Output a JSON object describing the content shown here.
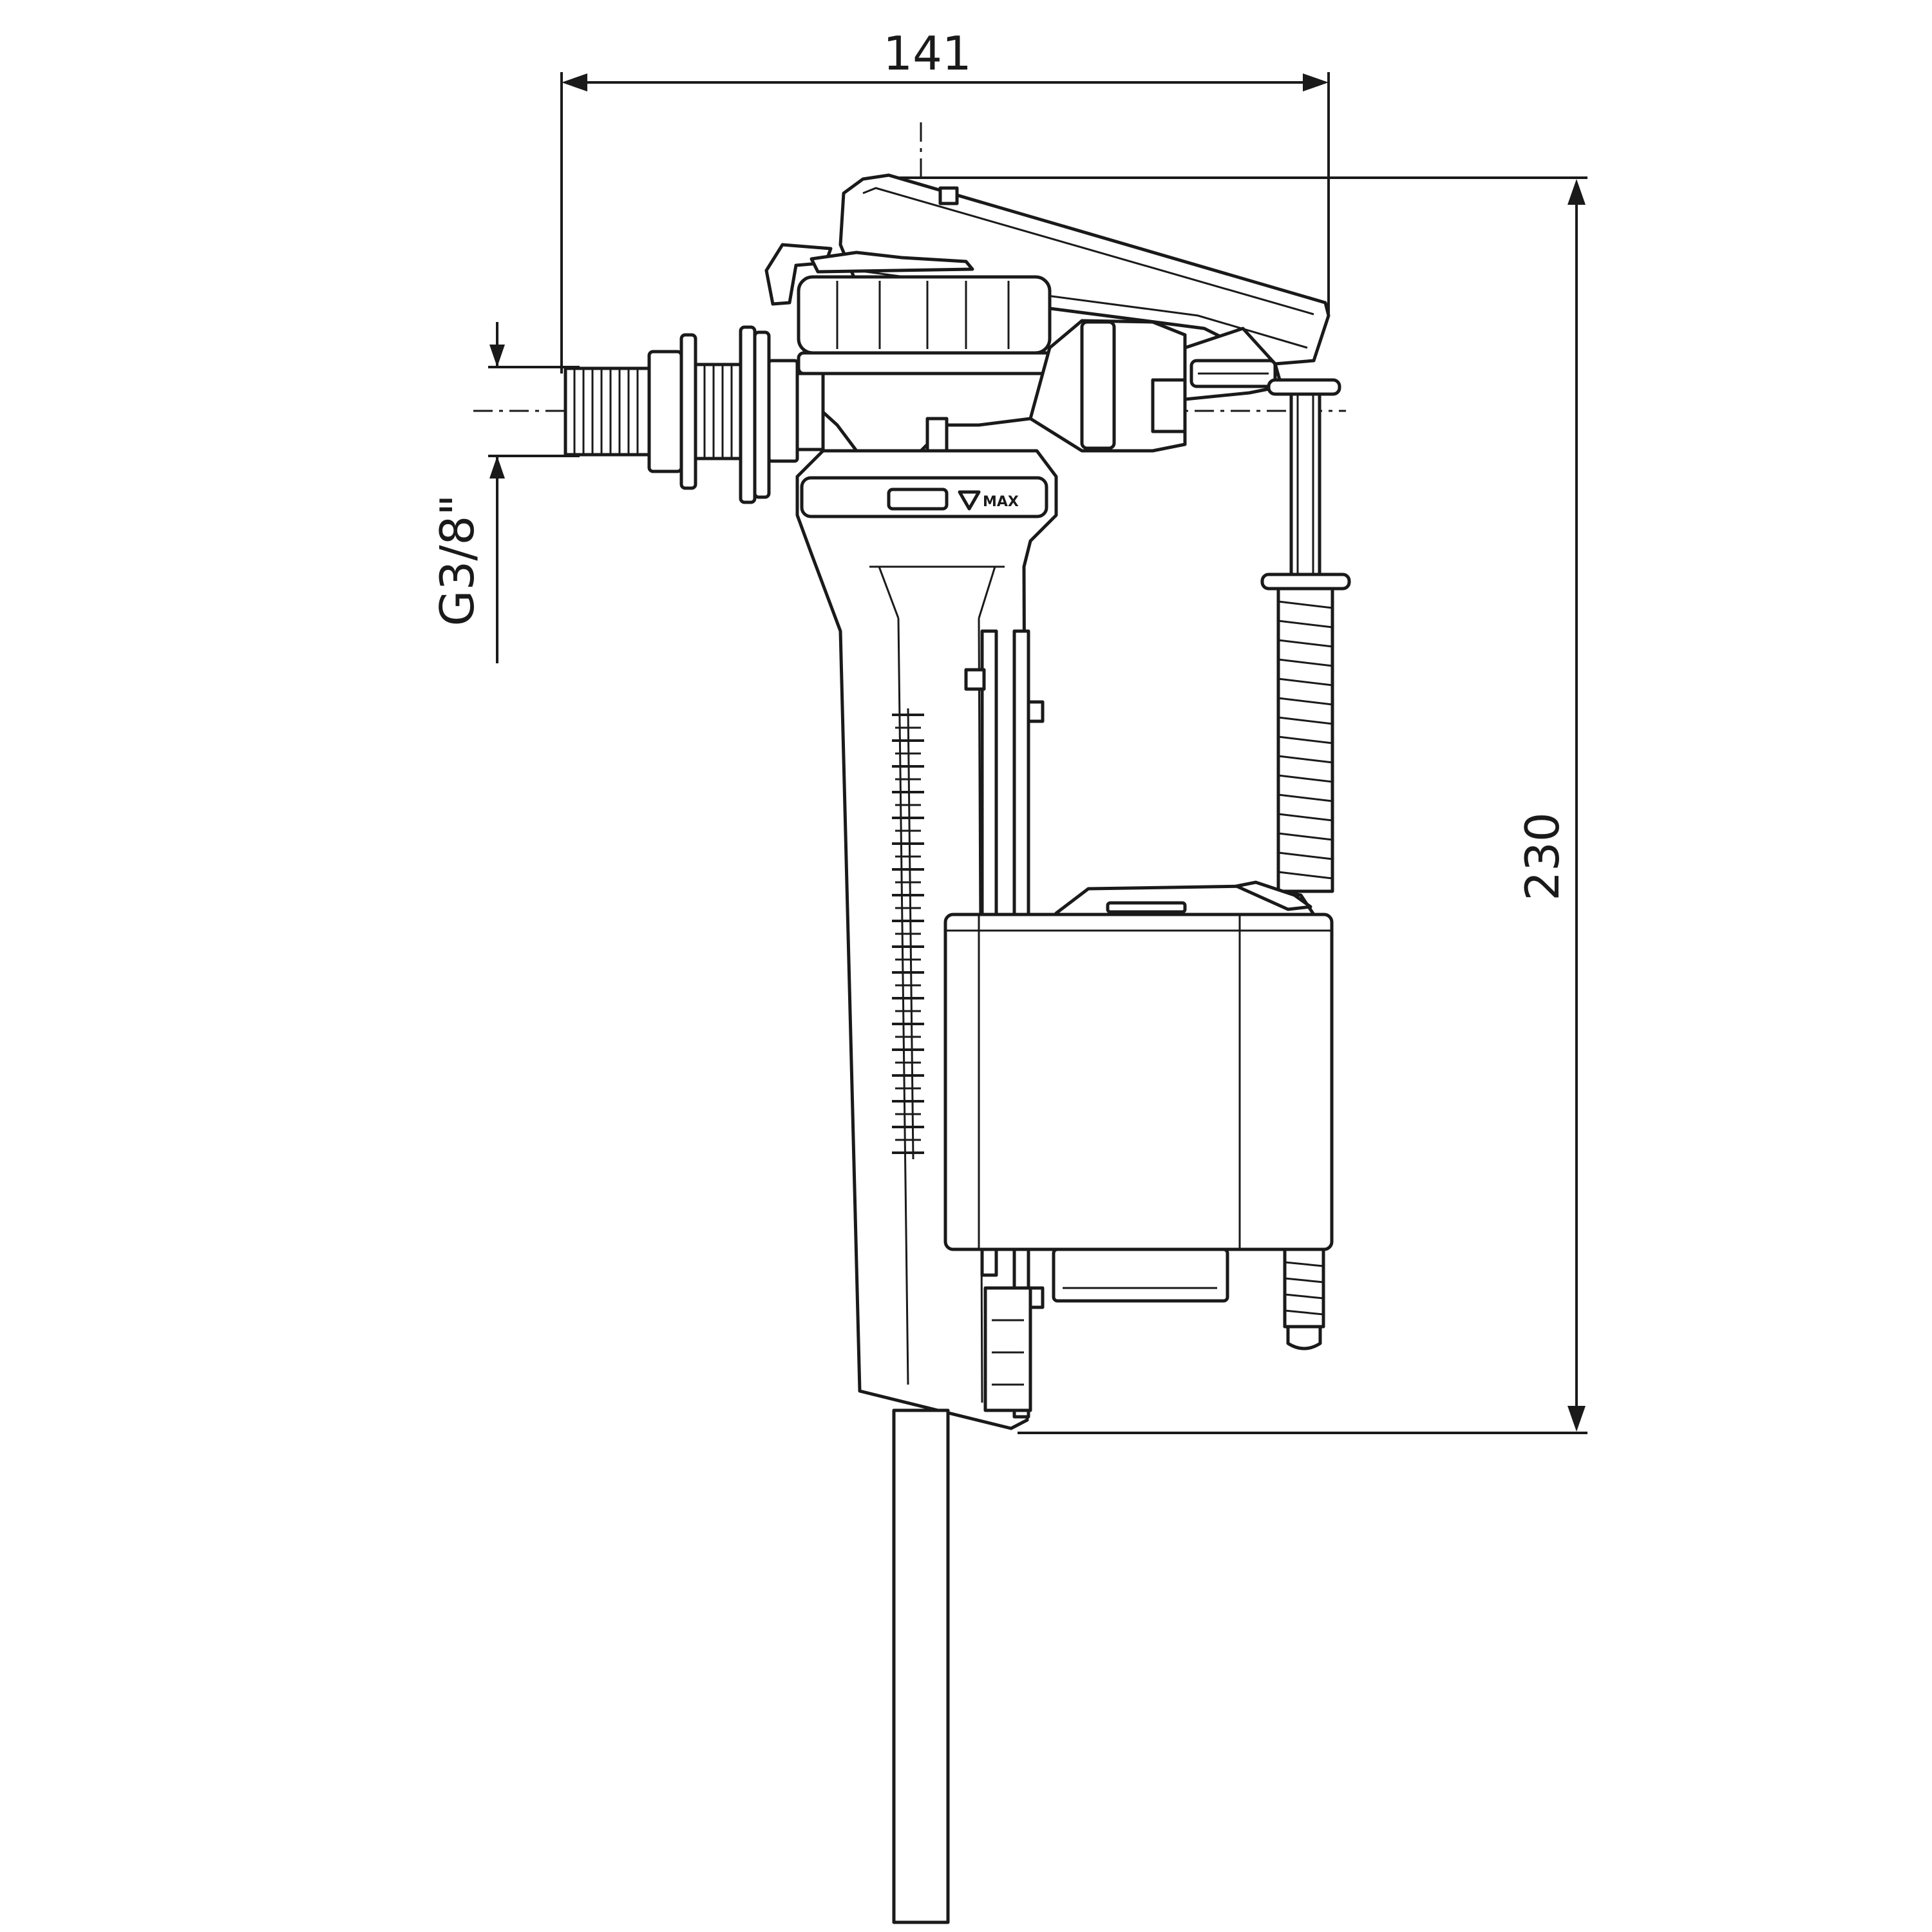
{
  "dimensions": {
    "width_label": "141",
    "height_label": "230",
    "thread_label": "G3/8\""
  },
  "marks": {
    "level_mark": "MAX"
  },
  "colors": {
    "line": "#1a1a1a",
    "background": "#ffffff"
  }
}
